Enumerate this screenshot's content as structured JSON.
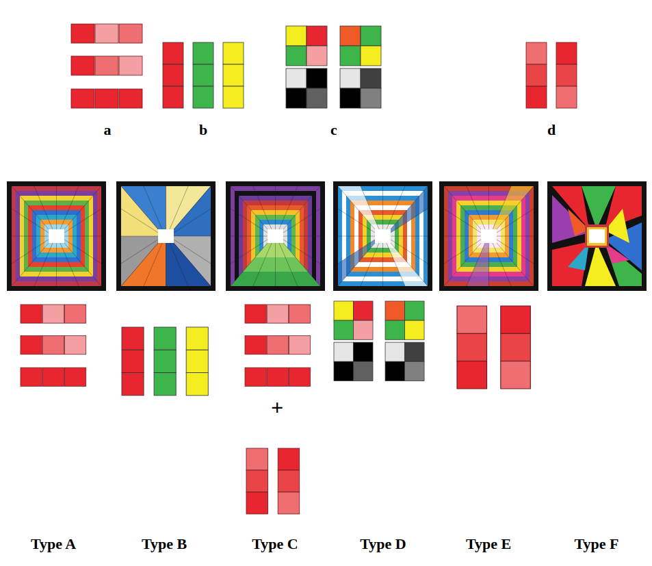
{
  "diagram": {
    "labels": [
      "a",
      "b",
      "c",
      "d",
      "+",
      "Type A",
      "Type B",
      "Type C",
      "Type D",
      "Type E",
      "Type F"
    ]
  }
}
